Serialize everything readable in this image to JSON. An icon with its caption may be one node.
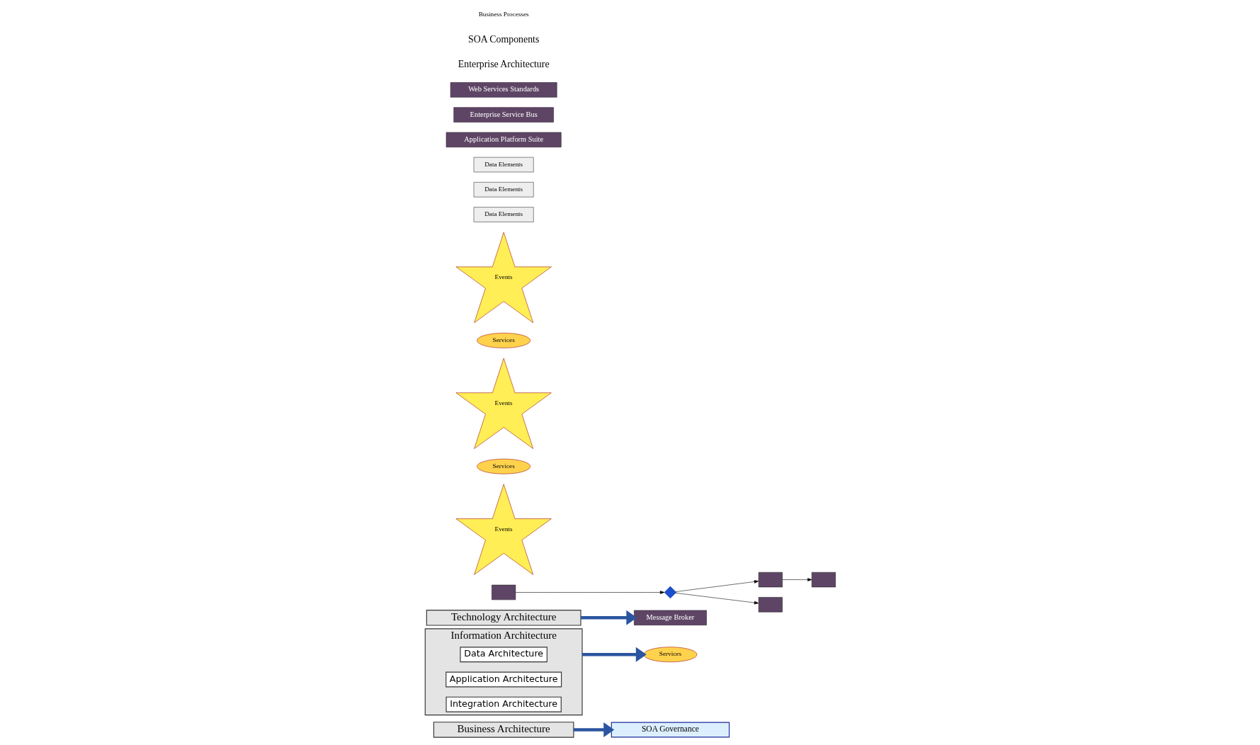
{
  "diagram": {
    "nodes": [
      {
        "text": [
          "Business Architecture"
        ]
      },
      {
        "text": [
          "Information Architecture"
        ]
      },
      {
        "text": [
          "Data Architecture"
        ],
        "in": 1
      },
      {
        "text": [
          "Application Architecture"
        ],
        "in": 1
      },
      {
        "text": [
          "Integration Architecture"
        ],
        "in": 1
      },
      {
        "text": [
          "Technology Architecture"
        ]
      },
      {
        "text": [
          "SOA Governance"
        ]
      },
      {
        "text": [],
        "shape": "box"
      },
      {
        "text": [],
        "shape": "diamond"
      },
      {
        "text": [],
        "shape": "box"
      },
      {
        "text": [],
        "shape": "box"
      },
      {
        "text": [],
        "shape": "box"
      },
      {
        "text": [
          "Services"
        ]
      },
      {
        "text": [
          "Events"
        ]
      },
      {
        "text": [
          "Services"
        ]
      },
      {
        "text": [
          "Events"
        ]
      },
      {
        "text": [
          "Services"
        ]
      },
      {
        "text": [
          "Events"
        ]
      },
      {
        "text": [
          "Data Elements"
        ]
      },
      {
        "text": [
          "Data Elements"
        ]
      },
      {
        "text": [
          "Data Elements"
        ]
      },
      {
        "text": [
          "Message Broker"
        ]
      },
      {
        "text": [
          "Application Platform Suite"
        ]
      },
      {
        "text": [
          "Enterprise Service Bus"
        ]
      },
      {
        "text": [
          "Web Services Standards"
        ]
      }
    ],
    "edges": [
      {
        "from": 0,
        "to": 6,
        "arrow": "to",
        "style": "thick",
        "color": "#2b55a0"
      },
      {
        "from": 7,
        "to": 8,
        "arrow": "to"
      },
      {
        "from": 8,
        "to": 9,
        "arrow": "to"
      },
      {
        "from": 9,
        "to": 10,
        "arrow": "to"
      },
      {
        "from": 8,
        "to": 11,
        "arrow": "to"
      },
      {
        "from": 1,
        "to": 12,
        "arrow": "to",
        "style": "thick",
        "color": "#2b55a0"
      },
      {
        "from": 5,
        "to": 21,
        "arrow": "to",
        "style": "thick",
        "color": "#2b55a0"
      }
    ],
    "labels": [
      "Enterprise Architecture",
      "SOA Components",
      "Business Processes"
    ]
  }
}
